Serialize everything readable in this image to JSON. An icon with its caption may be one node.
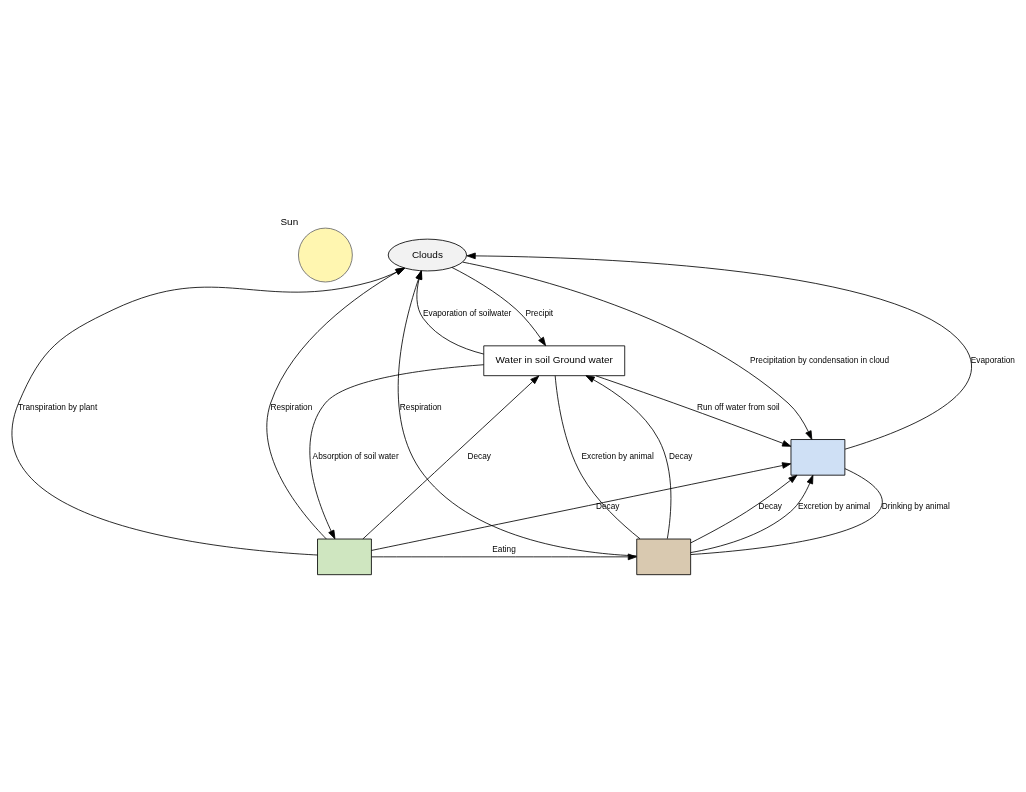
{
  "diagram": {
    "nodes": [
      {
        "text": [],
        "shape": "circle",
        "beside": [
          "Sun"
        ]
      },
      {
        "text": [
          "Clouds"
        ]
      },
      {
        "text": [],
        "shape": "box"
      },
      {
        "text": [],
        "shape": "box"
      },
      {
        "text": [
          "Water in soil Ground water"
        ]
      },
      {
        "text": [],
        "shape": "box"
      }
    ],
    "edges": [
      {
        "from": 2,
        "to": 1,
        "arrow": "to",
        "label": "Transpiration by plant"
      },
      {
        "from": 2,
        "to": 1,
        "arrow": "to",
        "label": "Respiration"
      },
      {
        "from": 4,
        "to": 1,
        "arrow": "to",
        "label": "Evaporation of soilwater"
      },
      {
        "from": 1,
        "to": 4,
        "arrow": "to",
        "label": "Precipit"
      },
      {
        "from": 2,
        "to": 3,
        "arrow": "to",
        "label": "Eating"
      },
      {
        "from": 2,
        "to": 4,
        "arrow": "to",
        "label": "Decay"
      },
      {
        "from": 3,
        "to": 1,
        "arrow": "to",
        "label": "Respiration"
      },
      {
        "from": 3,
        "to": 4,
        "arrow": "none",
        "label": "Excretion by animal"
      },
      {
        "from": 3,
        "to": 4,
        "arrow": "to",
        "label": "Decay"
      },
      {
        "from": 3,
        "to": 5,
        "arrow": "to",
        "label": "Decay"
      },
      {
        "from": 3,
        "to": 5,
        "arrow": "to",
        "label": "Excretion by animal"
      },
      {
        "from": 5,
        "to": 3,
        "arrow": "none",
        "label": "Drinking by animal"
      },
      {
        "from": 4,
        "to": 5,
        "arrow": "to",
        "label": "Run off water from soil"
      },
      {
        "from": 4,
        "to": 2,
        "arrow": "to",
        "label": "Absorption of soil water"
      },
      {
        "from": 2,
        "to": 5,
        "arrow": "to",
        "label": "Decay"
      },
      {
        "from": 5,
        "to": 1,
        "arrow": "to",
        "label": "Evaporation"
      },
      {
        "from": 1,
        "to": 5,
        "arrow": "to",
        "label": "Precipitation by condensation in cloud"
      }
    ]
  }
}
